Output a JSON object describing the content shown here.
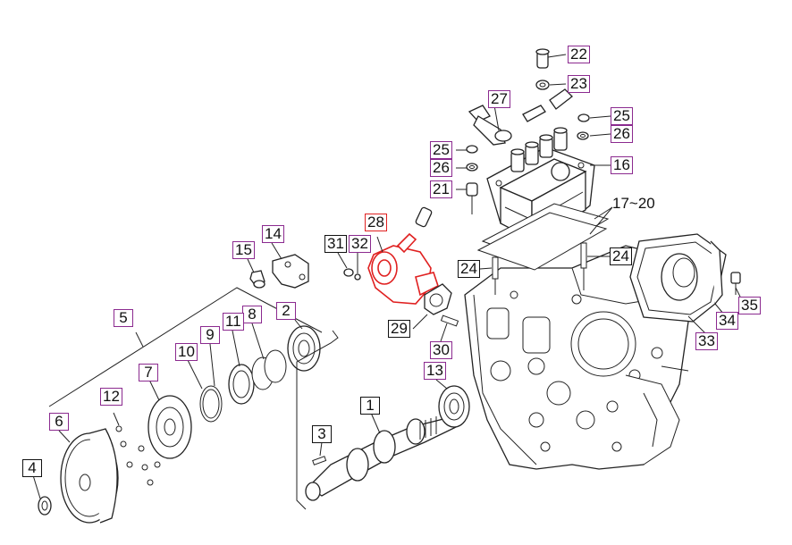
{
  "colors": {
    "callout_border": "#8b2a8f",
    "callout_border_dark": "#111111",
    "highlight": "#e02020",
    "line": "#222222"
  },
  "highlighted_part": "28",
  "callouts": {
    "c1": "1",
    "c2": "2",
    "c3": "3",
    "c4": "4",
    "c5": "5",
    "c6": "6",
    "c7": "7",
    "c8": "8",
    "c9": "9",
    "c10": "10",
    "c11": "11",
    "c12": "12",
    "c13": "13",
    "c14": "14",
    "c15": "15",
    "c16": "16",
    "c17_20": "17~20",
    "c21": "21",
    "c22": "22",
    "c23": "23",
    "c24a": "24",
    "c24b": "24",
    "c25a": "25",
    "c25b": "25",
    "c26a": "26",
    "c26b": "26",
    "c27": "27",
    "c28": "28",
    "c29": "29",
    "c30": "30",
    "c31": "31",
    "c32": "32",
    "c33": "33",
    "c34": "34",
    "c35": "35"
  }
}
